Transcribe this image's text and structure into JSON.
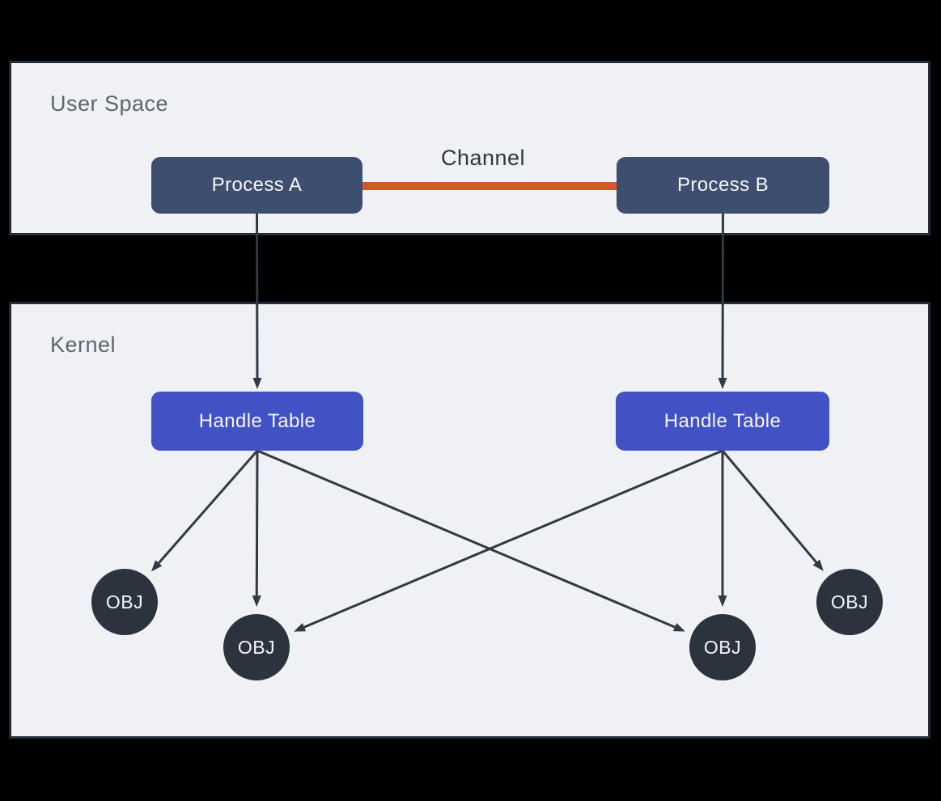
{
  "diagram": {
    "sections": [
      {
        "id": "user-space",
        "label": "User Space"
      },
      {
        "id": "kernel",
        "label": "Kernel"
      }
    ],
    "nodes": [
      {
        "id": "process-a",
        "label": "Process A",
        "type": "process",
        "section": "user-space"
      },
      {
        "id": "process-b",
        "label": "Process B",
        "type": "process",
        "section": "user-space"
      },
      {
        "id": "handle-table-a",
        "label": "Handle Table",
        "type": "handle-table",
        "section": "kernel"
      },
      {
        "id": "handle-table-b",
        "label": "Handle Table",
        "type": "handle-table",
        "section": "kernel"
      },
      {
        "id": "obj-1",
        "label": "OBJ",
        "type": "object",
        "section": "kernel"
      },
      {
        "id": "obj-2",
        "label": "OBJ",
        "type": "object",
        "section": "kernel"
      },
      {
        "id": "obj-3",
        "label": "OBJ",
        "type": "object",
        "section": "kernel"
      },
      {
        "id": "obj-4",
        "label": "OBJ",
        "type": "object",
        "section": "kernel"
      }
    ],
    "channel": {
      "label": "Channel",
      "from": "process-a",
      "to": "process-b"
    },
    "edges": [
      {
        "from": "process-a",
        "to": "handle-table-a"
      },
      {
        "from": "process-b",
        "to": "handle-table-b"
      },
      {
        "from": "handle-table-a",
        "to": "obj-1"
      },
      {
        "from": "handle-table-a",
        "to": "obj-2"
      },
      {
        "from": "handle-table-a",
        "to": "obj-3"
      },
      {
        "from": "handle-table-b",
        "to": "obj-2"
      },
      {
        "from": "handle-table-b",
        "to": "obj-3"
      },
      {
        "from": "handle-table-b",
        "to": "obj-4"
      }
    ],
    "colors": {
      "background": "#000000",
      "panel_background": "#eff1f4",
      "panel_border": "#212c38",
      "process_box": "#3d4e6e",
      "handle_table_box": "#4252c5",
      "object_circle": "#2b333e",
      "arrow": "#2f3a45",
      "channel_line": "#cf5a29",
      "section_label_text": "#5d6570",
      "channel_label_text": "#2d3742",
      "node_text": "#f5f6fa"
    }
  }
}
